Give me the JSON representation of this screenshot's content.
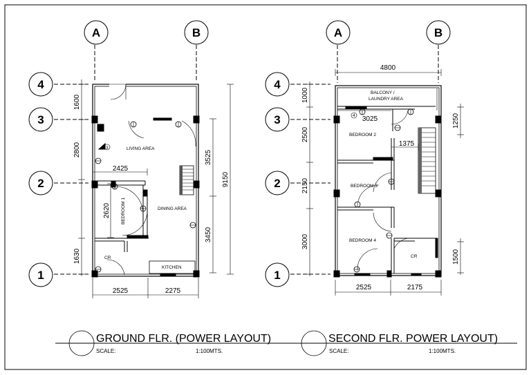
{
  "grid": {
    "columns": [
      "A",
      "B"
    ],
    "rows": [
      "4",
      "3",
      "2",
      "1"
    ]
  },
  "ground": {
    "title": "GROUND FLR. (POWER LAYOUT)",
    "scale_label": "SCALE:",
    "scale_value": "1:100MTS.",
    "rooms": {
      "living": "LIVING AREA",
      "bedroom1": "BEDROOM 1",
      "dining": "DINING AREA",
      "cr": "CR",
      "kitchen": "KITCHEN"
    },
    "dims": {
      "d1600": "1600",
      "d2800": "2800",
      "d2425": "2425",
      "d2620": "2620",
      "d1630": "1630",
      "d3525": "3525",
      "d3450": "3450",
      "d9150": "9150",
      "d2525": "2525",
      "d2275": "2275"
    },
    "marker": "3"
  },
  "second": {
    "title": "SECOND FLR. POWER LAYOUT)",
    "scale_label": "SCALE:",
    "scale_value": "1:100MTS.",
    "rooms": {
      "balcony1": "BALCONY /",
      "balcony2": "LAUNDRY AREA",
      "bedroom2": "BEDROOM 2",
      "bedroom3": "BEDROOM 3",
      "bedroom4": "BEDROOM 4",
      "cr": "CR"
    },
    "dims": {
      "d4800": "4800",
      "d1000": "1000",
      "d2500": "2500",
      "d2150": "2150",
      "d3000": "3000",
      "d3025": "3025",
      "d1375": "1375",
      "d1250": "1250",
      "d1500": "1500",
      "d2525": "2525",
      "d2175": "2175"
    },
    "marker": "4"
  }
}
